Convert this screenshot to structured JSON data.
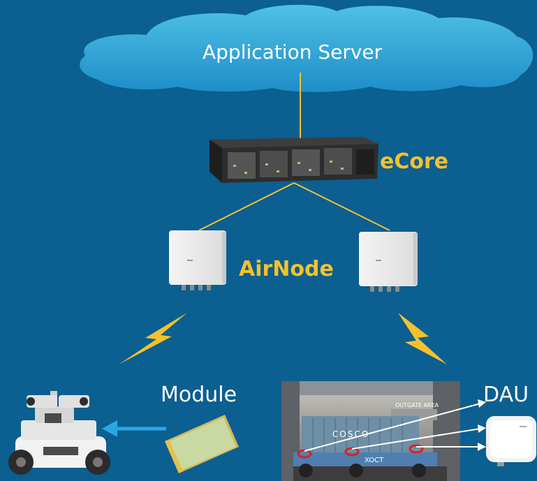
{
  "application_server": {
    "label": "Application Server"
  },
  "ecore": {
    "label": "eCore"
  },
  "airnode": {
    "label": "AirNode"
  },
  "module": {
    "label": "Module"
  },
  "dau": {
    "label": "DAU"
  },
  "vehicle": {
    "container_text": "COSCO",
    "side_text": "XOCT",
    "sign_text": "OUTGATE AREA"
  },
  "colors": {
    "background": "#0b5f91",
    "cloud_fill": "#2a9fd0",
    "link_line": "#f6c12c",
    "accent_text": "#f6c12c",
    "arrow": "#29a8e6",
    "marker": "#d8231f"
  },
  "icons": {
    "server": "rack-server-icon",
    "airnode": "wireless-base-station-icon",
    "bolt": "lightning-icon",
    "robot": "inspection-robot-icon",
    "module": "mini-pcie-module-icon",
    "dau": "dau-device-icon"
  }
}
